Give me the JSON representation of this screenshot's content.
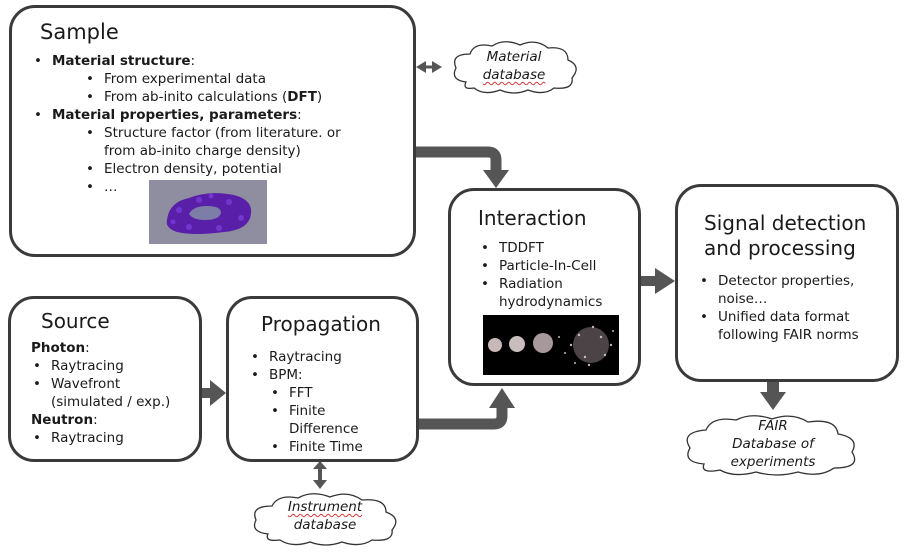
{
  "sample": {
    "title": "Sample",
    "structure_heading": "Material structure",
    "structure_colon": ":",
    "structure_items": [
      "From experimental data",
      "From ab-inito calculations (",
      "DFT",
      ")"
    ],
    "properties_heading": "Material properties, parameters",
    "properties_colon": ":",
    "properties_items": [
      "Structure factor (from literature. or",
      "from ab-inito charge density)",
      "Electron density,  potential",
      "…"
    ]
  },
  "material_db": {
    "line1": "Material",
    "line2": "database"
  },
  "interaction": {
    "title": "Interaction",
    "items": [
      "TDDFT",
      "Particle-In-Cell",
      "Radiation",
      "hydrodynamics"
    ]
  },
  "signal": {
    "title_line1": "Signal detection",
    "title_line2": "and processing",
    "items": [
      "Detector properties,",
      "noise…",
      "Unified data format",
      "following FAIR norms"
    ]
  },
  "source": {
    "title": "Source",
    "photon_label": "Photon",
    "photon_colon": ":",
    "photon_items": [
      "Raytracing",
      "Wavefront",
      "(simulated / exp.)"
    ],
    "neutron_label": "Neutron",
    "neutron_colon": ":",
    "neutron_items": [
      "Raytracing"
    ]
  },
  "propagation": {
    "title": "Propagation",
    "items": [
      "Raytracing",
      "BPM:"
    ],
    "sub_items": [
      "FFT",
      "Finite",
      "Difference",
      "Finite Time"
    ]
  },
  "instrument_db": {
    "line1": "Instrument",
    "line2": "database"
  },
  "fair_db": {
    "line1": "FAIR",
    "line2": "Database of",
    "line3": "experiments"
  },
  "colors": {
    "border": "#3a3a3a",
    "arrow": "#555555",
    "sample_blob": "#5a1fa8",
    "sim_panel": "#000000"
  }
}
